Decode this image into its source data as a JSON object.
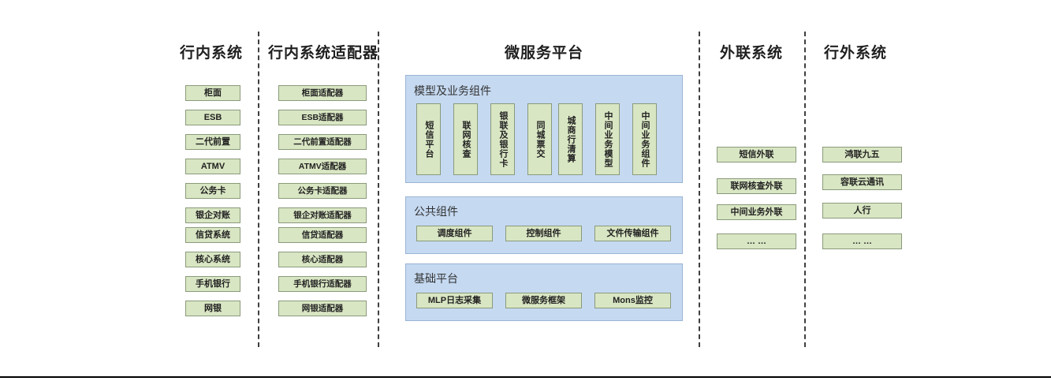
{
  "columns": {
    "internal": {
      "title": "行内系统",
      "items": [
        "柜面",
        "ESB",
        "二代前置",
        "ATMV",
        "公务卡",
        "银企对账",
        "信贷系统",
        "核心系统",
        "手机银行",
        "网银"
      ]
    },
    "adapters": {
      "title": "行内系统适配器",
      "items": [
        "柜面适配器",
        "ESB适配器",
        "二代前置适配器",
        "ATMV适配器",
        "公务卡适配器",
        "银企对账适配器",
        "信贷适配器",
        "核心适配器",
        "手机银行适配器",
        "网银适配器"
      ]
    },
    "platform": {
      "title": "微服务平台",
      "groups": [
        {
          "title": "模型及业务组件",
          "orientation": "vertical",
          "items": [
            "短信平台",
            "联网核查",
            "银联及银行卡",
            "同城票交",
            "城商行清算",
            "中间业务模型",
            "中间业务组件"
          ]
        },
        {
          "title": "公共组件",
          "orientation": "horizontal",
          "items": [
            "调度组件",
            "控制组件",
            "文件传输组件"
          ]
        },
        {
          "title": "基础平台",
          "orientation": "horizontal",
          "items": [
            "MLP日志采集",
            "微服务框架",
            "Mons监控"
          ]
        }
      ]
    },
    "external_link": {
      "title": "外联系统",
      "items": [
        "短信外联",
        "联网核查外联",
        "中间业务外联",
        "… …"
      ]
    },
    "outside": {
      "title": "行外系统",
      "items": [
        "鸿联九五",
        "容联云通讯",
        "人行",
        "… …"
      ]
    }
  },
  "colors": {
    "node_fill": "#d9e6c3",
    "node_border": "#8a9a7b",
    "panel_fill": "#c5d9f1",
    "panel_border": "#9bb3d4",
    "divider": "#3f3f3f",
    "text": "#222222"
  }
}
